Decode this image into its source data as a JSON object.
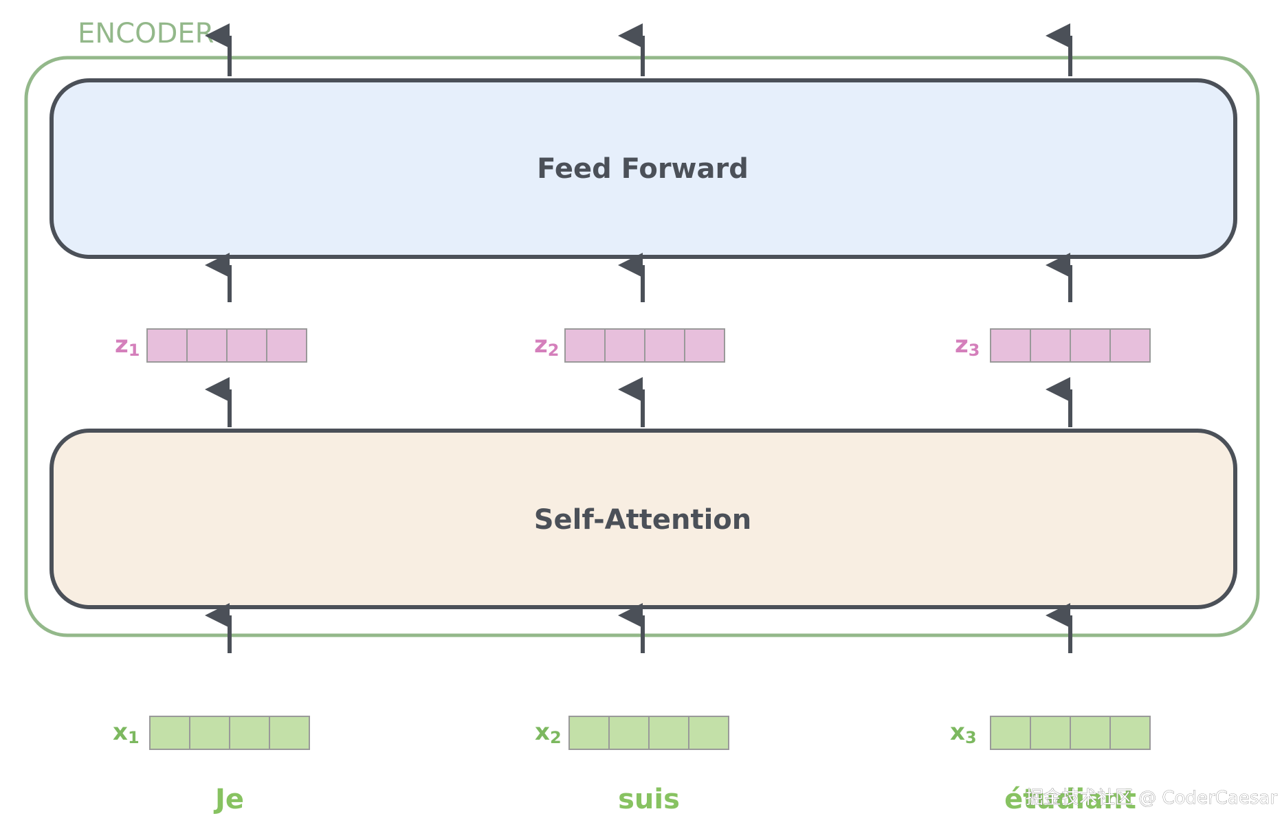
{
  "encoder": {
    "label": "ENCODER"
  },
  "blocks": {
    "feed_forward": "Feed Forward",
    "self_attention": "Self-Attention"
  },
  "z_vectors": [
    {
      "sym": "z",
      "sub": "1"
    },
    {
      "sym": "z",
      "sub": "2"
    },
    {
      "sym": "z",
      "sub": "3"
    }
  ],
  "x_vectors": [
    {
      "sym": "x",
      "sub": "1"
    },
    {
      "sym": "x",
      "sub": "2"
    },
    {
      "sym": "x",
      "sub": "3"
    }
  ],
  "words": [
    "Je",
    "suis",
    "étudiant"
  ],
  "watermark": "掘金技术社区 @ CoderCaesar",
  "colors": {
    "encoder_border": "#93b88a",
    "feed_forward_fill": "#e6effb",
    "self_attention_fill": "#f8eee2",
    "block_border": "#4b5058",
    "z_cell": "#e7bfdc",
    "x_cell": "#c3e0a8",
    "arrow": "#4b5058"
  }
}
